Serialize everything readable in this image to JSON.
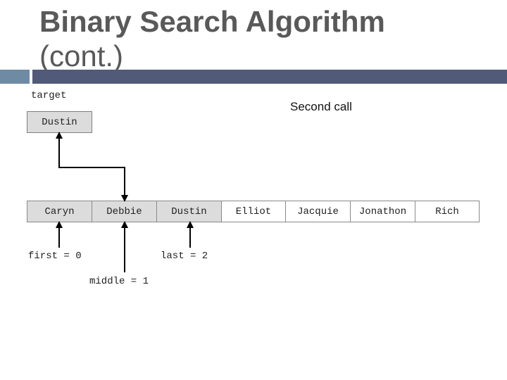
{
  "slide": {
    "title_line1": "Binary Search Algorithm",
    "title_line2": "(cont.)",
    "target_label": "target",
    "target_value": "Dustin",
    "caption": "Second call"
  },
  "array": {
    "cells": [
      "Caryn",
      "Debbie",
      "Dustin",
      "Elliot",
      "Jacquie",
      "Jonathon",
      "Rich"
    ],
    "active_indices": [
      0,
      1,
      2
    ]
  },
  "pointers": {
    "first": "first = 0",
    "middle": "middle = 1",
    "last": "last = 2"
  },
  "colors": {
    "title": "#595959",
    "accent_bar": "#525a7a",
    "accent_left": "#6f8ba4",
    "active_cell_fill": "#dcdcdc"
  }
}
